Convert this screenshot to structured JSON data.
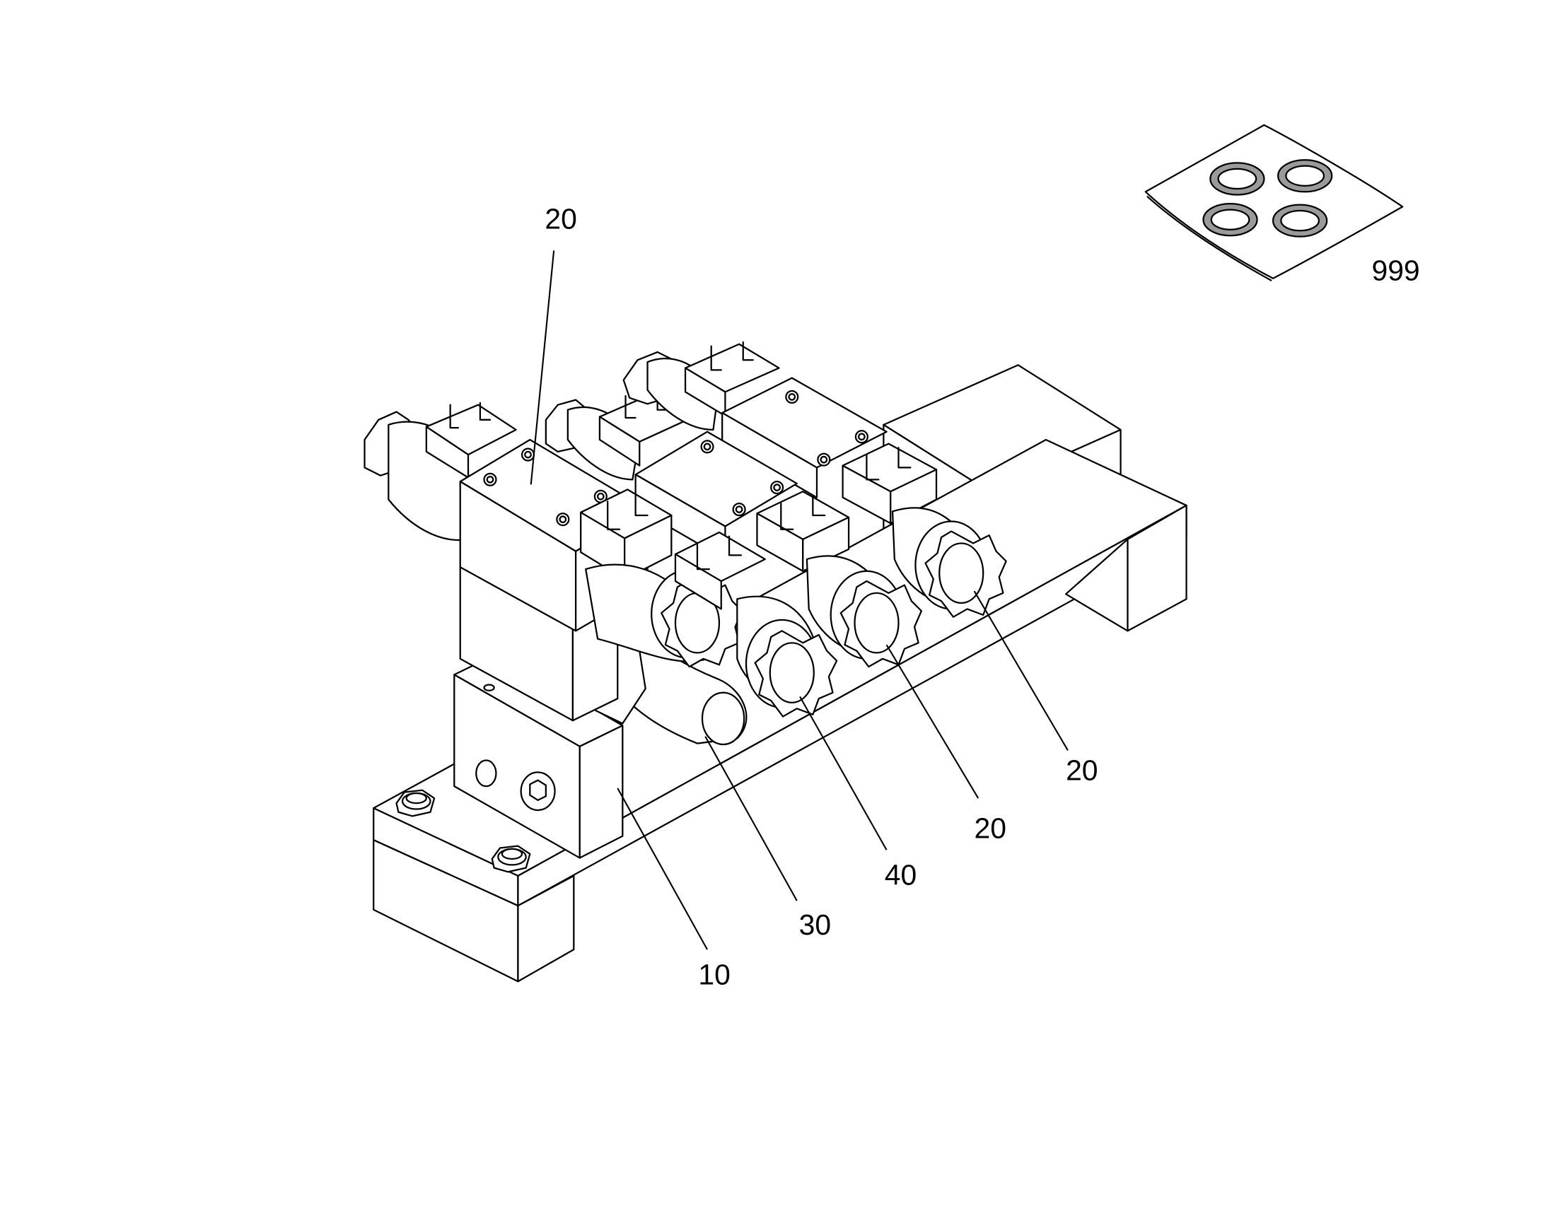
{
  "diagram": {
    "callouts": [
      {
        "id": "c20_top",
        "label": "20"
      },
      {
        "id": "c999",
        "label": "999"
      },
      {
        "id": "c20_r1",
        "label": "20"
      },
      {
        "id": "c20_r2",
        "label": "20"
      },
      {
        "id": "c40",
        "label": "40"
      },
      {
        "id": "c30",
        "label": "30"
      },
      {
        "id": "c10",
        "label": "10"
      }
    ]
  }
}
